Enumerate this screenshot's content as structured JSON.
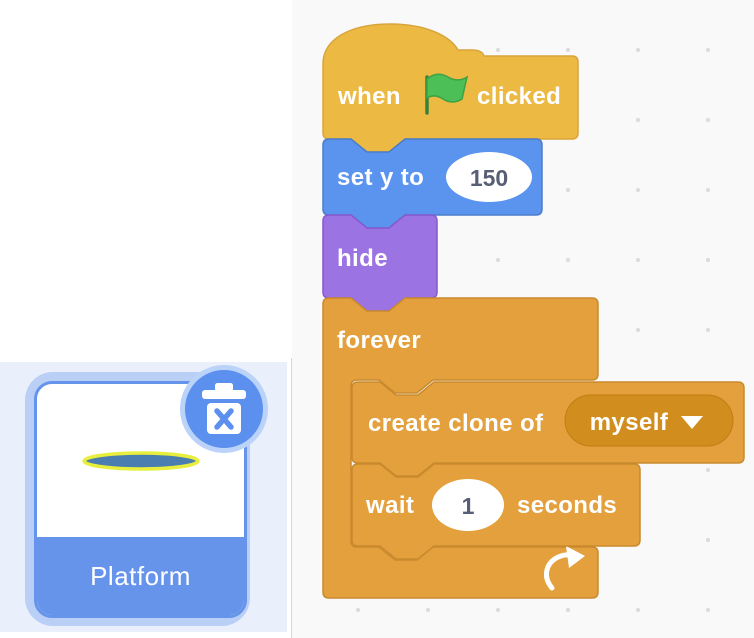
{
  "left_panel": {
    "sprite_card": {
      "name": "Platform",
      "selected": true,
      "thumbnail": "platform-ellipse"
    },
    "delete_button": {
      "icon": "trash-with-x"
    }
  },
  "script": {
    "blocks": [
      {
        "type": "hat",
        "category": "events",
        "text_before": "when",
        "icon": "green-flag",
        "text_after": "clicked"
      },
      {
        "type": "stack",
        "category": "motion",
        "label": "set y to",
        "value": "150"
      },
      {
        "type": "stack",
        "category": "looks",
        "label": "hide"
      },
      {
        "type": "c-loop",
        "category": "control",
        "label": "forever",
        "end_icon": "loop-arrow",
        "children": [
          {
            "type": "stack",
            "category": "control",
            "label": "create clone of",
            "dropdown_value": "myself"
          },
          {
            "type": "stack",
            "category": "control",
            "label_before": "wait",
            "value": "1",
            "label_after": "seconds"
          }
        ]
      }
    ]
  },
  "colors": {
    "events_yellow": "#ecba42",
    "events_border": "#d9a43b",
    "motion_blue": "#5a94ee",
    "motion_border": "#4a7cc9",
    "looks_purple": "#9b73e3",
    "looks_border": "#8659ce",
    "control_orange": "#e3a03d",
    "control_border": "#c98a2e",
    "control_dropdown": "#d18d1e",
    "value_text": "#575e75",
    "sprite_blue": "#6694ea",
    "sprite_glow": "#b9cff5",
    "sprite_pane_bg": "#e9f0fb",
    "workspace_bg": "#f9f9f9",
    "flag_green": "#4cbf56",
    "platform_fill": "#4a7db0",
    "platform_outline": "#e7ef3c"
  }
}
